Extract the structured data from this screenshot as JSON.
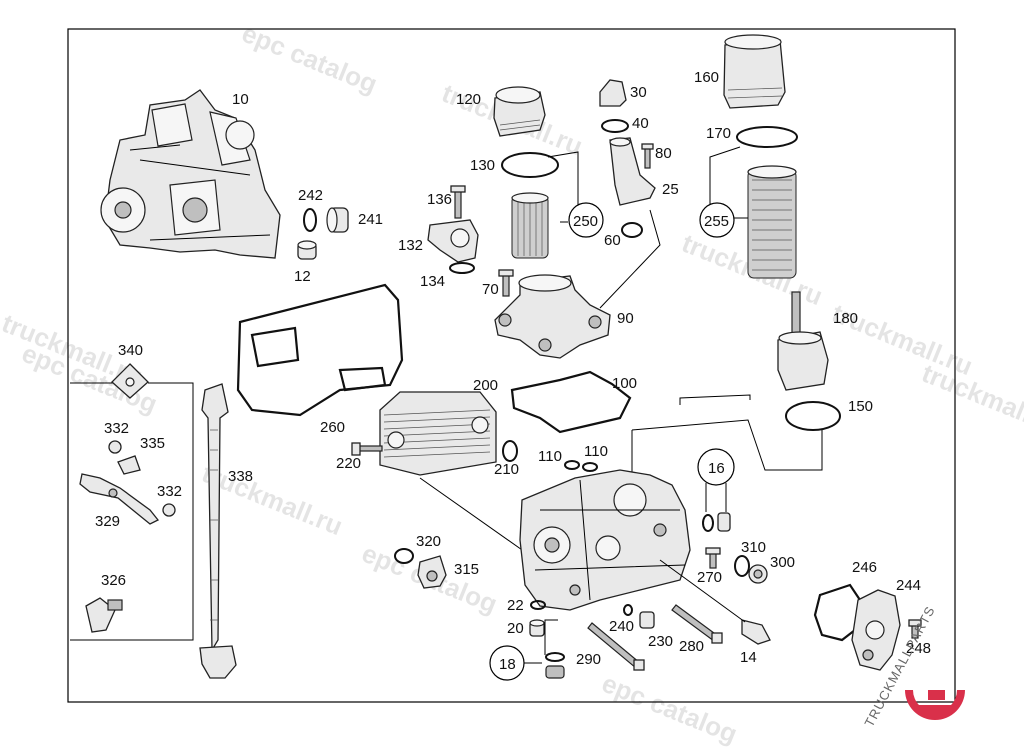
{
  "watermarks": [
    "epc catalog",
    "truckmall.ru",
    "truckmall.ru",
    "epc catalog",
    "truckmall.ru",
    "epc catalog",
    "truckmall.ru",
    "epc catalog",
    "truckmall.ru",
    "truckmall.ru"
  ],
  "logo": {
    "text": "TRUCKMALLPARTS",
    "accent": "#d9304a"
  },
  "callouts": {
    "p10": "10",
    "p12": "12",
    "p242": "242",
    "p241": "241",
    "p120": "120",
    "p130": "130",
    "p250": "250",
    "p136": "136",
    "p132": "132",
    "p134": "134",
    "p70": "70",
    "p90": "90",
    "p30": "30",
    "p40": "40",
    "p80": "80",
    "p25": "25",
    "p60": "60",
    "p160": "160",
    "p170": "170",
    "p255": "255",
    "p180": "180",
    "p150": "150",
    "p100": "100",
    "p200": "200",
    "p260": "260",
    "p220": "220",
    "p210": "210",
    "p110a": "110",
    "p110b": "110",
    "p16": "16",
    "p310": "310",
    "p300": "300",
    "p270": "270",
    "p340": "340",
    "p332a": "332",
    "p335": "335",
    "p332b": "332",
    "p329": "329",
    "p326": "326",
    "p338": "338",
    "p320": "320",
    "p315": "315",
    "p22": "22",
    "p20": "20",
    "p18": "18",
    "p290": "290",
    "p240": "240",
    "p230": "230",
    "p280": "280",
    "p14": "14",
    "p246": "246",
    "p244": "244",
    "p248": "248"
  }
}
